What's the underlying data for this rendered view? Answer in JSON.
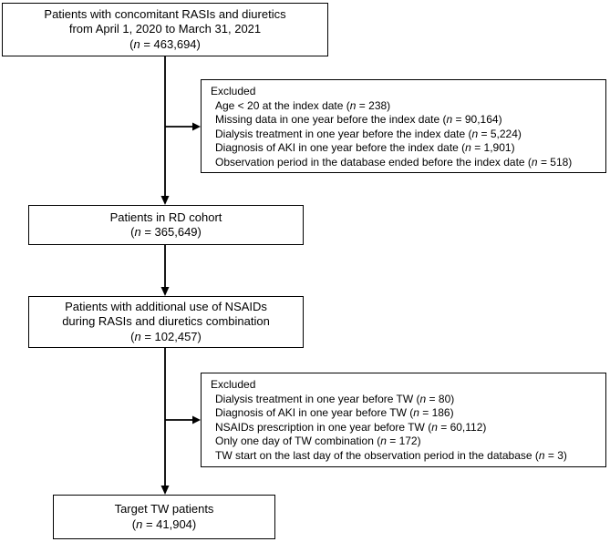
{
  "figure": {
    "background_color": "#ffffff",
    "line_color": "#000000",
    "boxes": {
      "source": {
        "lines": [
          "Patients with concomitant RASIs and diuretics",
          "from April 1, 2020 to March 31, 2021",
          "(n = 463,694)"
        ]
      },
      "excluded_index": {
        "title": "Excluded",
        "items": [
          "Age < 20 at the index date (n = 238)",
          "Missing data in one year before the index date (n = 90,164)",
          "Dialysis treatment in one year before the index date (n = 5,224)",
          "Diagnosis of AKI in one year before the index date (n = 1,901)",
          "Observation period in the database ended before the index date (n = 518)"
        ]
      },
      "rd_cohort": {
        "lines": [
          "Patients in RD cohort",
          "(n = 365,649)"
        ]
      },
      "nsaids": {
        "lines": [
          "Patients with additional use of NSAIDs",
          "during RASIs and diuretics combination",
          "(n = 102,457)"
        ]
      },
      "excluded_tw": {
        "title": "Excluded",
        "items": [
          "Dialysis treatment in one year before TW (n = 80)",
          "Diagnosis of AKI in one year before TW (n = 186)",
          "NSAIDs prescription in one year before TW (n = 60,112)",
          "Only one day of TW combination (n = 172)",
          "TW start on the last day of the observation period in the database (n = 3)"
        ]
      },
      "target": {
        "lines": [
          "Target TW patients",
          "(n = 41,904)"
        ]
      }
    }
  }
}
